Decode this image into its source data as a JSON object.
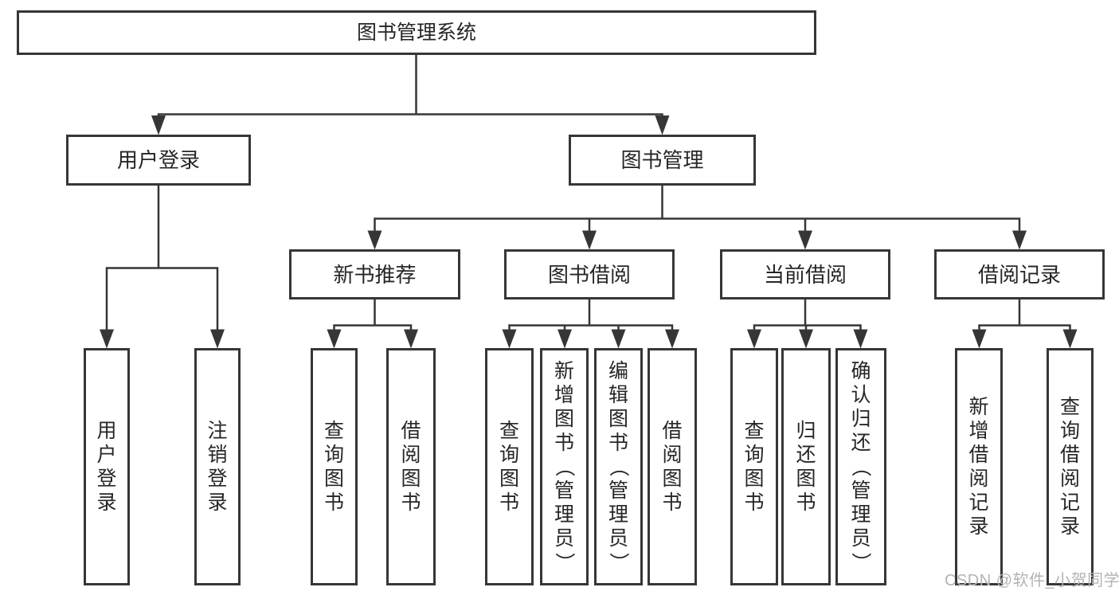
{
  "colors": {
    "line": "#363636",
    "text": "#262626",
    "box_fill": "#ffffff",
    "background": "#ffffff",
    "watermark": "#b3b3b3"
  },
  "tree": {
    "root": {
      "label": "图书管理系统",
      "children": [
        {
          "label": "用户登录",
          "children": [
            {
              "label": "用户登录"
            },
            {
              "label": "注销登录"
            }
          ]
        },
        {
          "label": "图书管理",
          "children": [
            {
              "label": "新书推荐",
              "children": [
                {
                  "label": "查询图书"
                },
                {
                  "label": "借阅图书"
                }
              ]
            },
            {
              "label": "图书借阅",
              "children": [
                {
                  "label": "查询图书"
                },
                {
                  "label": "新增图书（管理员）"
                },
                {
                  "label": "编辑图书（管理员）"
                },
                {
                  "label": "借阅图书"
                }
              ]
            },
            {
              "label": "当前借阅",
              "children": [
                {
                  "label": "查询图书"
                },
                {
                  "label": "归还图书"
                },
                {
                  "label": "确认归还（管理员）"
                }
              ]
            },
            {
              "label": "借阅记录",
              "children": [
                {
                  "label": "新增借阅记录"
                },
                {
                  "label": "查询借阅记录"
                }
              ]
            }
          ]
        }
      ]
    }
  },
  "watermark": {
    "text": "CSDN @软件_小贺同学"
  }
}
